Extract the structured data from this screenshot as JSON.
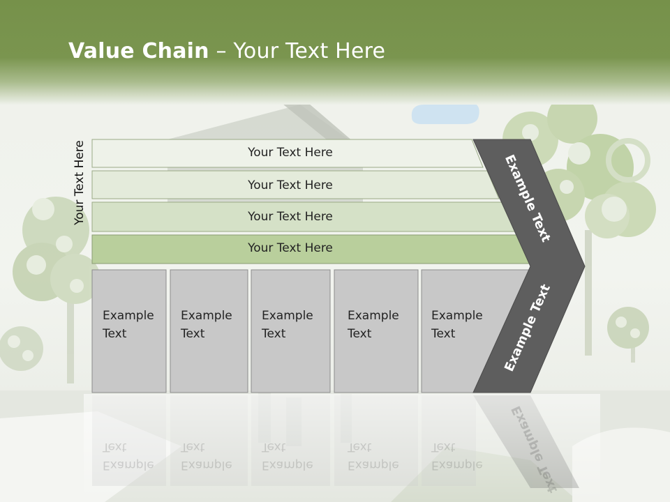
{
  "title": {
    "strong": "Value Chain",
    "rest": " – Your Text Here"
  },
  "side_label": "Your Text Here",
  "bars": [
    {
      "label": "Your Text Here"
    },
    {
      "label": "Your Text Here"
    },
    {
      "label": "Your Text Here"
    },
    {
      "label": "Your Text Here"
    }
  ],
  "boxes": [
    {
      "line1": "Example",
      "line2": "Text"
    },
    {
      "line1": "Example",
      "line2": "Text"
    },
    {
      "line1": "Example",
      "line2": "Text"
    },
    {
      "line1": "Example",
      "line2": "Text"
    },
    {
      "line1": "Example",
      "line2": "Text"
    }
  ],
  "chevron": {
    "upper_text": "Example Text",
    "lower_text": "Example Text"
  },
  "colors": {
    "header": "#76914a",
    "bar_fills": [
      "#eef2e9",
      "#e4ebdb",
      "#d5e1c7",
      "#b9cf9c"
    ],
    "box_fill": "#c8c8c8",
    "chevron_fill": "#5e5e5e"
  }
}
